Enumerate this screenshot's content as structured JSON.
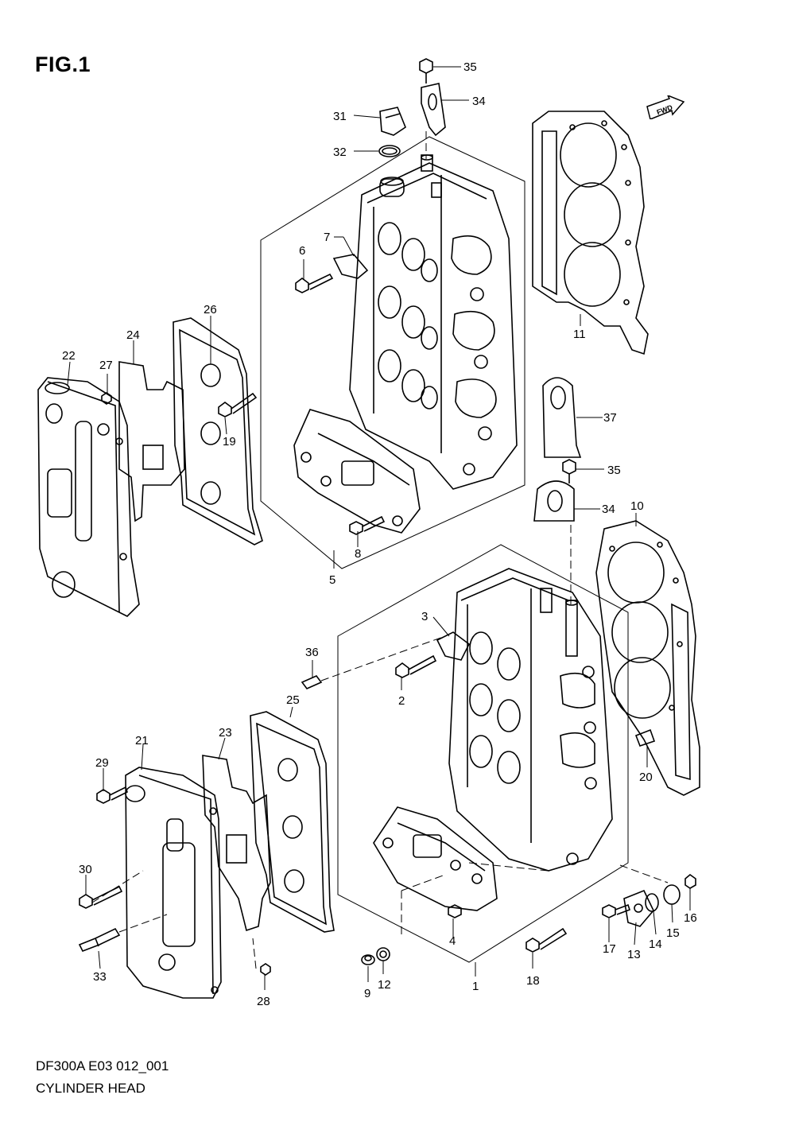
{
  "figure": {
    "title": "FIG.1",
    "drawing_code": "DF300A E03 012_001",
    "caption": "CYLINDER HEAD",
    "fwd_label": "FWD",
    "fwd_icon": "forward-arrow-icon"
  },
  "callouts": [
    "1",
    "2",
    "3",
    "4",
    "5",
    "6",
    "7",
    "8",
    "9",
    "10",
    "11",
    "12",
    "13",
    "14",
    "15",
    "16",
    "17",
    "18",
    "19",
    "20",
    "21",
    "22",
    "23",
    "24",
    "25",
    "26",
    "27",
    "28",
    "29",
    "30",
    "31",
    "32",
    "33",
    "34",
    "35",
    "36",
    "37"
  ],
  "callouts_repeated": {
    "34": "34",
    "35": "35"
  }
}
